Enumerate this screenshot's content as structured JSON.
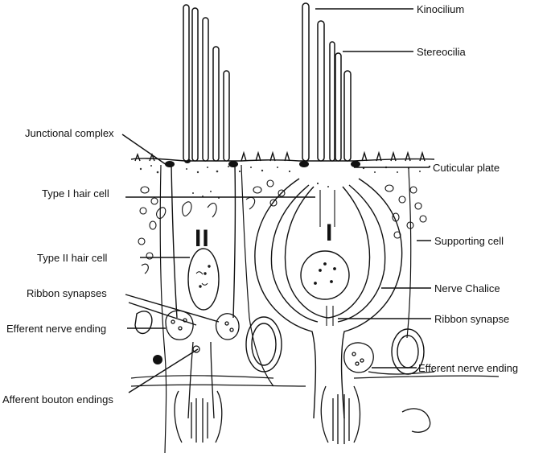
{
  "labels": {
    "kinocilium": "Kinocilium",
    "stereocilia": "Stereocilia",
    "junctional_complex": "Junctional complex",
    "cuticular_plate": "Cuticular plate",
    "type1_hair_cell": "Type I hair cell",
    "supporting_cell": "Supporting cell",
    "type2_hair_cell": "Type II hair cell",
    "nerve_chalice": "Nerve Chalice",
    "ribbon_synapses": "Ribbon synapses",
    "ribbon_synapse": "Ribbon synapse",
    "efferent_left": "Efferent nerve ending",
    "efferent_right": "Efferent nerve ending",
    "afferent_bouton": "Afferent bouton endings"
  },
  "cell_markers": {
    "type2": "II",
    "type1": "I"
  },
  "colors": {
    "ink": "#111111",
    "background": "#ffffff"
  }
}
